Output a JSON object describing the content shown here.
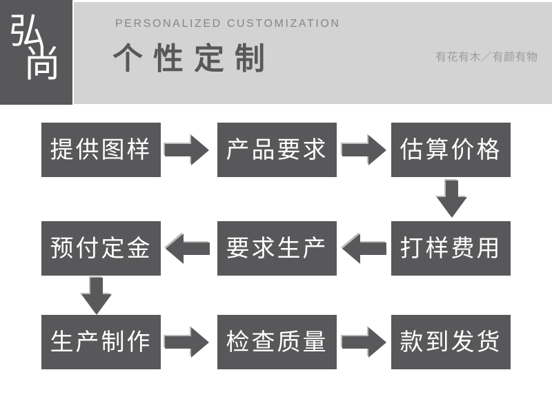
{
  "header": {
    "logo": {
      "char_top": "弘",
      "char_bottom": "尚"
    },
    "eyebrow": "PERSONALIZED CUSTOMIZATION",
    "title": "个性定制",
    "tagline": "有花有木／有颜有物",
    "colors": {
      "band_bg": "#d3d3d4",
      "logo_bg": "#58585a",
      "eyebrow_text": "#85858a",
      "title_text": "#58585a",
      "tagline_text": "#9b9b9b"
    }
  },
  "flow": {
    "box_bg": "#58585a",
    "box_text_color": "#ffffff",
    "arrow_color": "#59595b",
    "rows": [
      {
        "direction": "right",
        "cells": [
          "提供图样",
          "产品要求",
          "估算价格"
        ]
      },
      {
        "direction": "left",
        "cells": [
          "预付定金",
          "要求生产",
          "打样费用"
        ]
      },
      {
        "direction": "right",
        "cells": [
          "生产制作",
          "检查质量",
          "款到发货"
        ]
      }
    ],
    "logical_order": [
      "提供图样",
      "产品要求",
      "估算价格",
      "打样费用",
      "要求生产",
      "预付定金",
      "生产制作",
      "检查质量",
      "款到发货"
    ]
  }
}
